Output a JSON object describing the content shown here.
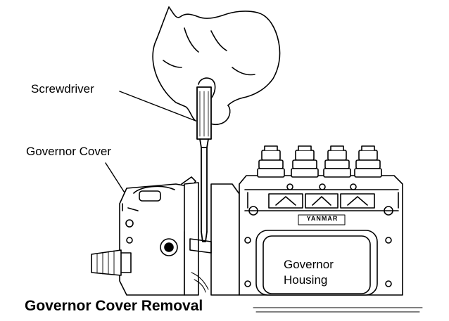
{
  "labels": {
    "screwdriver": "Screwdriver",
    "governor_cover": "Governor Cover",
    "governor_housing_line1": "Governor",
    "governor_housing_line2": "Housing",
    "pump_brand": "YANMAR"
  },
  "caption": "Governor Cover Removal",
  "colors": {
    "ink": "#000000",
    "paper": "#ffffff"
  }
}
